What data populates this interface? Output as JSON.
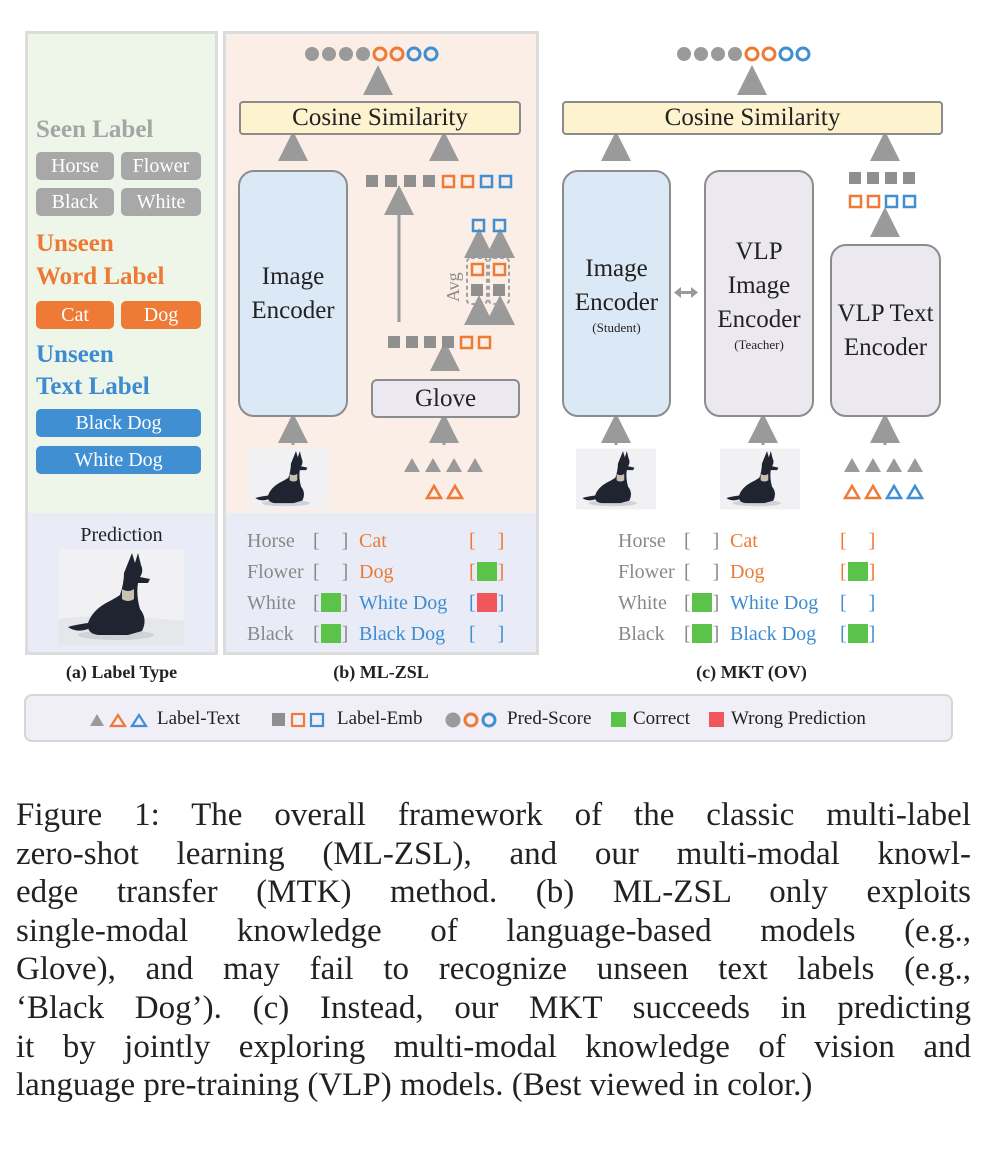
{
  "panel_a": {
    "seen_label_title": "Seen Label",
    "seen_labels": [
      "Horse",
      "Flower",
      "Black",
      "White"
    ],
    "unseen_word_title_1": "Unseen",
    "unseen_word_title_2": "Word Label",
    "unseen_word_labels": [
      "Cat",
      "Dog"
    ],
    "unseen_text_title_1": "Unseen",
    "unseen_text_title_2": "Text Label",
    "unseen_text_labels": [
      "Black Dog",
      "White Dog"
    ],
    "prediction_title": "Prediction",
    "caption": "(a) Label Type"
  },
  "panel_b": {
    "cosine": "Cosine Similarity",
    "image_encoder": "Image Encoder",
    "glove": "Glove",
    "avg": "Avg",
    "caption": "(b) ML-ZSL",
    "predictions": [
      {
        "seen": "Horse",
        "seen_mark": "",
        "unseen": "Cat",
        "unseen_mark": ""
      },
      {
        "seen": "Flower",
        "seen_mark": "",
        "unseen": "Dog",
        "unseen_mark": "correct"
      },
      {
        "seen": "White",
        "seen_mark": "correct",
        "unseen": "White Dog",
        "unseen_mark": "wrong"
      },
      {
        "seen": "Black",
        "seen_mark": "correct",
        "unseen": "Black Dog",
        "unseen_mark": ""
      }
    ]
  },
  "panel_c": {
    "cosine": "Cosine Similarity",
    "image_encoder": "Image Encoder",
    "image_encoder_sub": "(Student)",
    "vlp_image_encoder": "VLP Image Encoder",
    "vlp_image_encoder_sub": "(Teacher)",
    "vlp_text_encoder": "VLP Text Encoder",
    "caption": "(c) MKT (OV)",
    "predictions": [
      {
        "seen": "Horse",
        "seen_mark": "",
        "unseen": "Cat",
        "unseen_mark": ""
      },
      {
        "seen": "Flower",
        "seen_mark": "",
        "unseen": "Dog",
        "unseen_mark": "correct"
      },
      {
        "seen": "White",
        "seen_mark": "correct",
        "unseen": "White Dog",
        "unseen_mark": ""
      },
      {
        "seen": "Black",
        "seen_mark": "correct",
        "unseen": "Black Dog",
        "unseen_mark": "correct"
      }
    ]
  },
  "legend": {
    "label_text": "Label-Text",
    "label_emb": "Label-Emb",
    "pred_score": "Pred-Score",
    "correct": "Correct",
    "wrong": "Wrong Prediction"
  },
  "colors": {
    "gray": "#9a9a9a",
    "orange": "#ee7a36",
    "blue": "#3f8fd2",
    "correct": "#5cc34a",
    "wrong": "#f0575a"
  },
  "figure_caption_lines": [
    "Figure 1: The overall framework of the classic multi-label",
    "zero-shot learning (ML-ZSL), and our multi-modal knowl-",
    "edge transfer (MTK) method. (b) ML-ZSL only exploits",
    "single-modal knowledge of language-based models (e.g.,",
    "Glove), and may fail to recognize unseen text labels (e.g.,",
    "‘Black Dog’). (c) Instead, our MKT succeeds in predicting",
    "it by jointly exploring multi-modal knowledge of vision and",
    "language pre-training (VLP) models. (Best viewed in color.)"
  ]
}
